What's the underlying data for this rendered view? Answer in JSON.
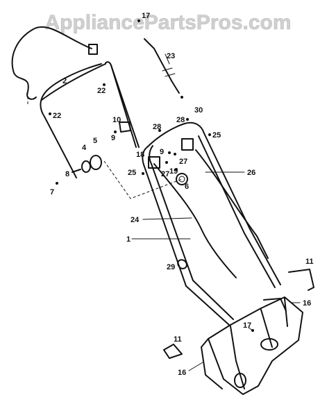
{
  "watermark": "AppliancePartsPros.com",
  "part_labels": {
    "p1": "1",
    "p2": "2",
    "p4": "4",
    "p5": "5",
    "p6": "6",
    "p7": "7",
    "p8": "8",
    "p9a": "9",
    "p9b": "9",
    "p10": "10",
    "p11a": "11",
    "p11b": "11",
    "p16a": "16",
    "p16b": "16",
    "p17a": "17",
    "p17b": "17",
    "p18": "18",
    "p19": "19",
    "p22a": "22",
    "p22b": "22",
    "p23": "23",
    "p24": "24",
    "p25a": "25",
    "p25b": "25",
    "p26": "26",
    "p27a": "27",
    "p27b": "27",
    "p28a": "28",
    "p28b": "28",
    "p29": "29",
    "p30": "30"
  },
  "colors": {
    "ink": "#111111",
    "watermark": "#d0d0d0",
    "background": "#ffffff"
  }
}
